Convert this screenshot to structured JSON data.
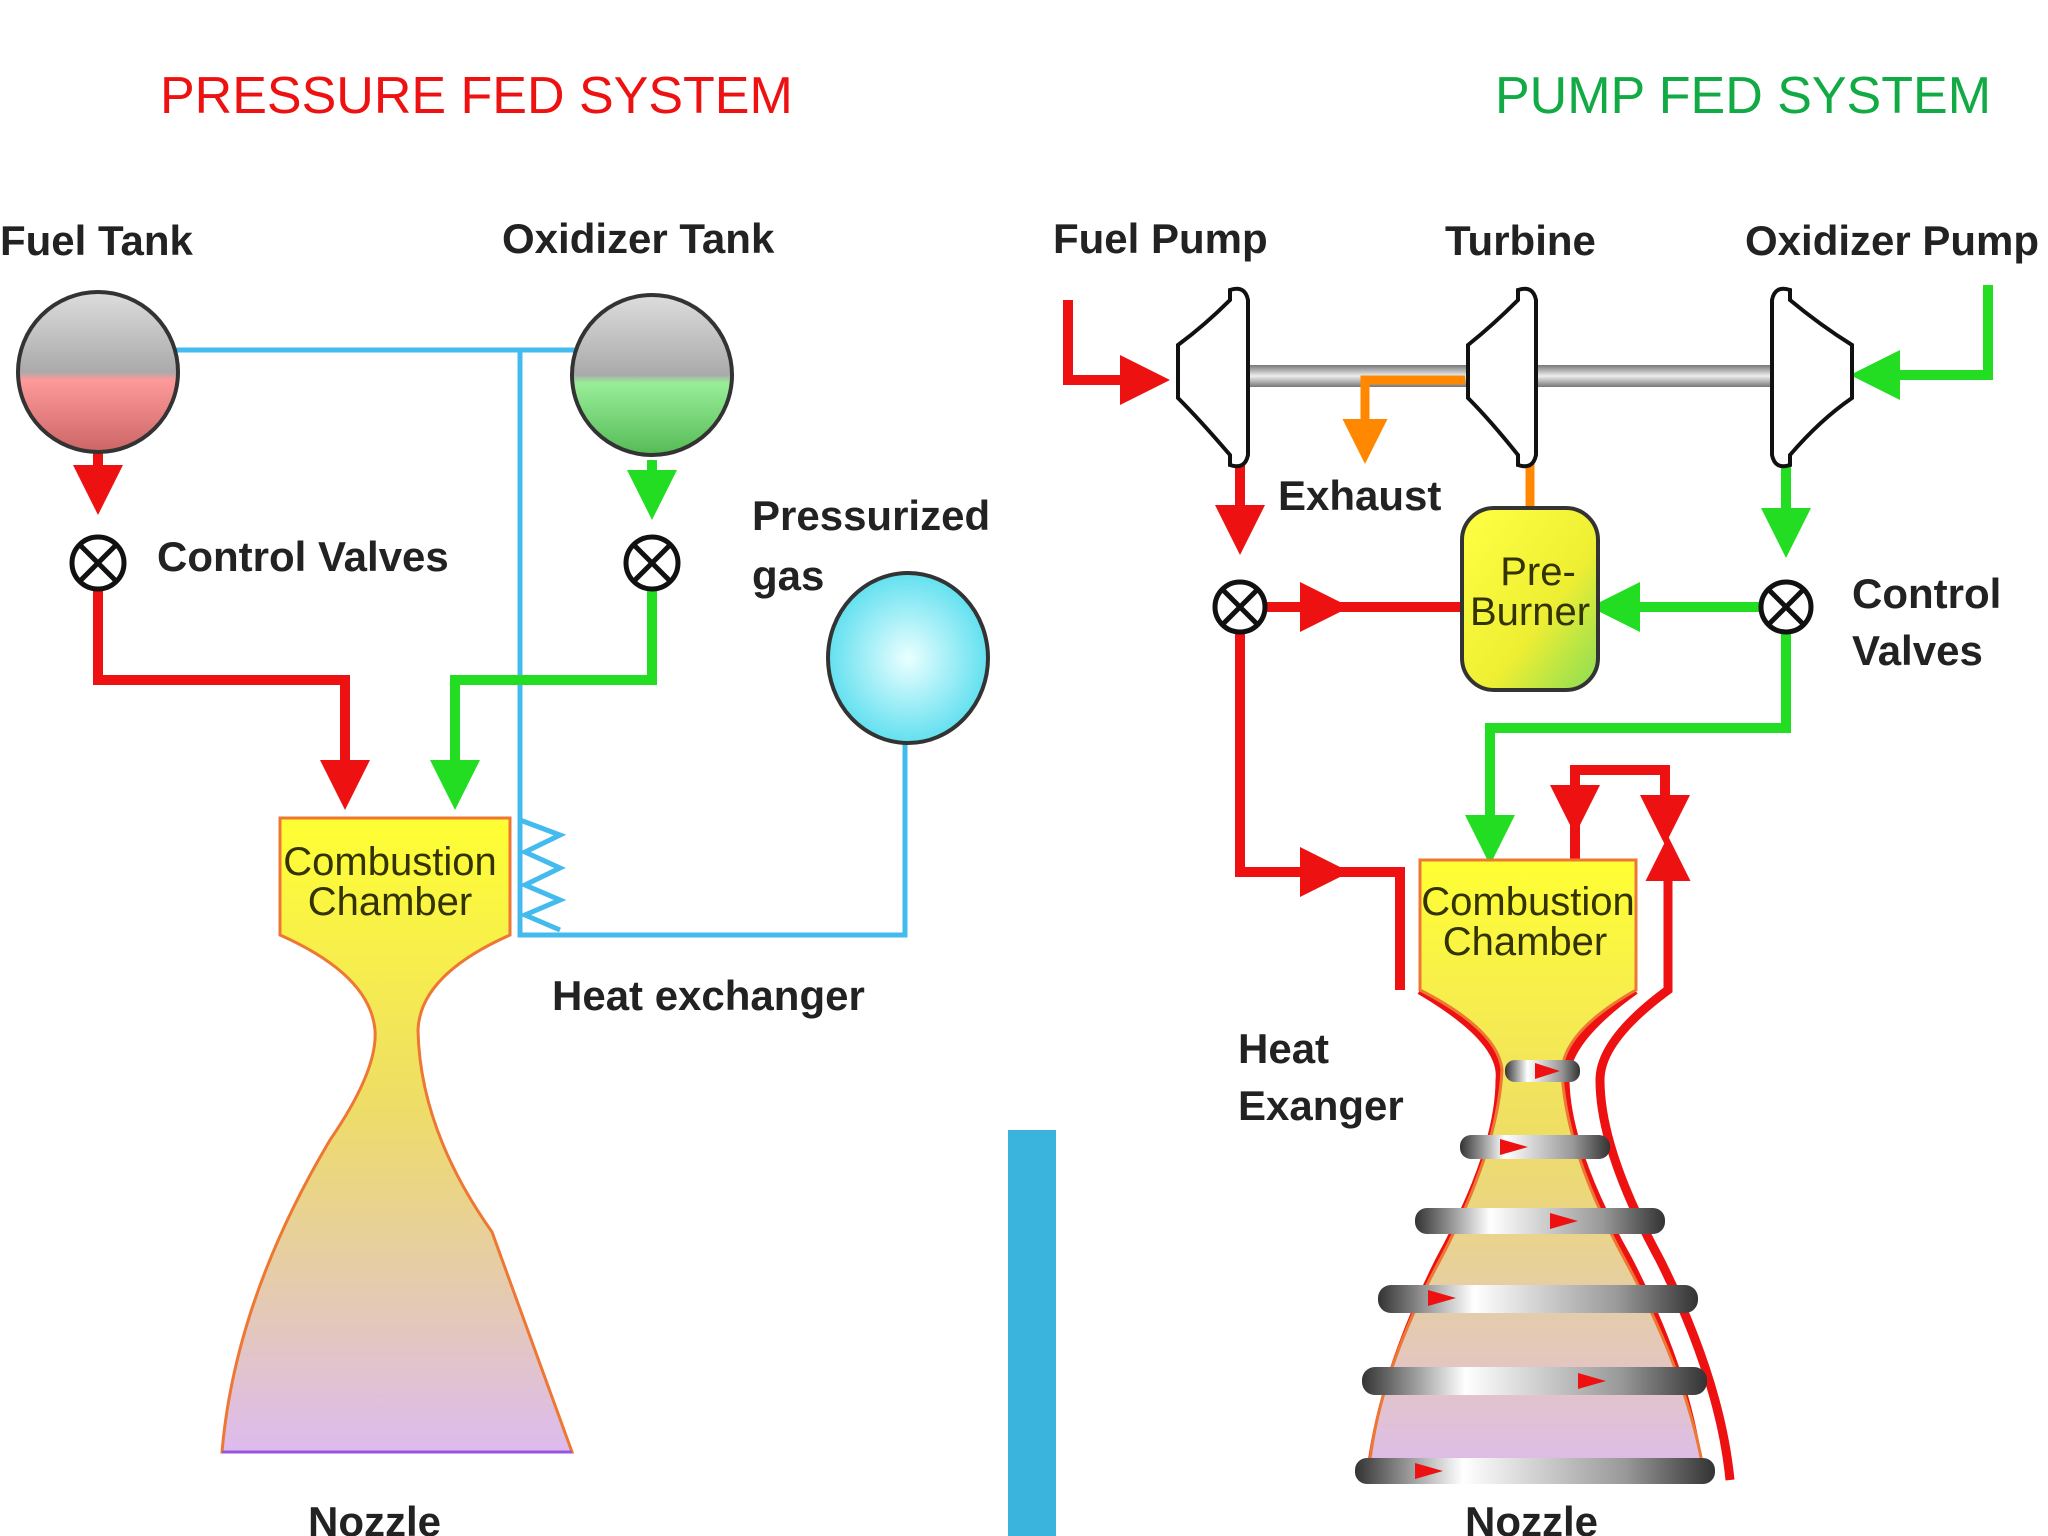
{
  "titles": {
    "pressure_fed": "PRESSURE FED SYSTEM",
    "pump_fed": "PUMP FED SYSTEM"
  },
  "pressure_fed": {
    "fuel_tank": "Fuel Tank",
    "oxidizer_tank": "Oxidizer Tank",
    "control_valves": "Control Valves",
    "pressurized_gas_line1": "Pressurized",
    "pressurized_gas_line2": "gas",
    "combustion_line1": "Combustion",
    "combustion_line2": "Chamber",
    "heat_exchanger": "Heat exchanger",
    "nozzle": "Nozzle"
  },
  "pump_fed": {
    "fuel_pump": "Fuel Pump",
    "turbine": "Turbine",
    "oxidizer_pump": "Oxidizer Pump",
    "exhaust": "Exhaust",
    "preburner_line1": "Pre-",
    "preburner_line2": "Burner",
    "control_valves_line1": "Control",
    "control_valves_line2": "Valves",
    "combustion_line1": "Combustion",
    "combustion_line2": "Chamber",
    "heat_exchanger_line1": "Heat",
    "heat_exchanger_line2": "Exanger",
    "nozzle": "Nozzle"
  },
  "colors": {
    "pressure_title": "#ee1111",
    "pump_title": "#11aa44",
    "fuel_line": "#ee1111",
    "oxidizer_line": "#22dd22",
    "gas_line": "#44bbee",
    "exhaust_line": "#ff8800",
    "chamber_fill": "#ffff33",
    "divider": "#3ab4dc"
  }
}
